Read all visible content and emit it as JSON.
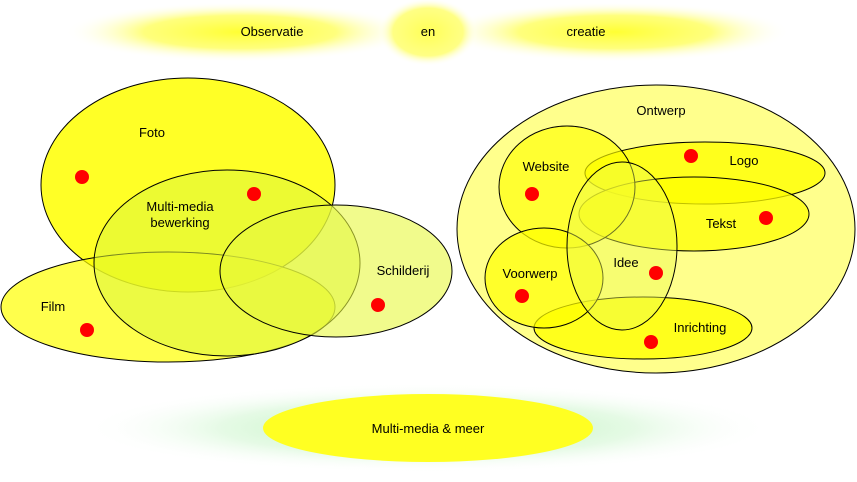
{
  "header": {
    "left": "Observatie",
    "middle": "en",
    "right": "creatie"
  },
  "left_group": {
    "foto": "Foto",
    "multimedia_line1": "Multi-media",
    "multimedia_line2": "bewerking",
    "schilderij": "Schilderij",
    "film": "Film"
  },
  "right_group": {
    "ontwerp": "Ontwerp",
    "website": "Website",
    "logo": "Logo",
    "tekst": "Tekst",
    "idee": "Idee",
    "voorwerp": "Voorwerp",
    "inrichting": "Inrichting"
  },
  "footer": {
    "label": "Multi-media & meer"
  },
  "colors": {
    "ellipse_fill": "#ffff00",
    "ellipse_stroke": "#000000",
    "dot": "#ff0000",
    "glow_yellow": "#ffff44",
    "glow_green": "#c8f0c8"
  }
}
